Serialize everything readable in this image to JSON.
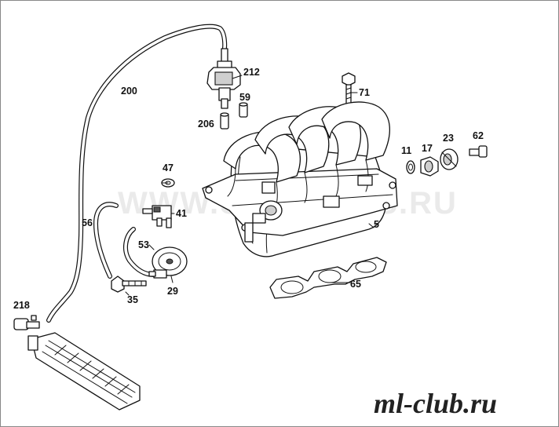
{
  "labels": {
    "l200": "200",
    "l212": "212",
    "l71": "71",
    "l59": "59",
    "l206": "206",
    "l47": "47",
    "l11": "11",
    "l17": "17",
    "l23": "23",
    "l62": "62",
    "l56": "56",
    "l41": "41",
    "l53": "53",
    "l29": "29",
    "l35": "35",
    "l5": "5",
    "l65": "65",
    "l218": "218"
  },
  "watermark": "WWW.STARCATS.RU",
  "logo": "ml-club.ru"
}
